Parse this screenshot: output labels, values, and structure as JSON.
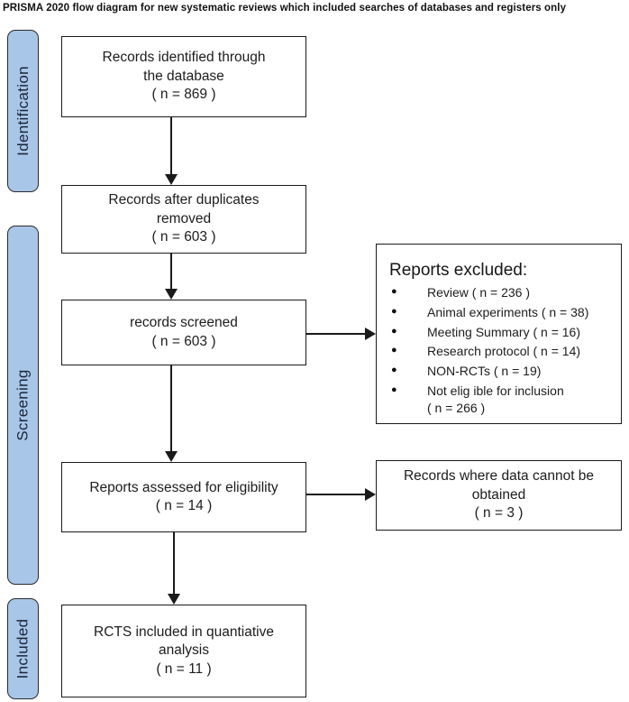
{
  "title": "PRISMA 2020 flow diagram for new systematic reviews which included searches of databases and registers only",
  "colors": {
    "stage_fill": "#a8c6e8",
    "stage_border": "#2b2b2b",
    "box_border": "#1a1a1a",
    "arrow": "#1a1a1a"
  },
  "stages": [
    {
      "label": "Identification"
    },
    {
      "label": "Screening"
    },
    {
      "label": "Included"
    }
  ],
  "flow": {
    "identified": {
      "text": "Records identified through\nthe database\n( n = 869 )"
    },
    "duplicates_removed": {
      "text": "Records after duplicates\nremoved\n( n = 603 )"
    },
    "screened": {
      "text": "records screened\n( n = 603 )"
    },
    "assessed": {
      "text": "Reports assessed for eligibility\n( n = 14 )"
    },
    "included": {
      "text": "RCTS included in quantiative\nanalysis\n( n = 11 )"
    }
  },
  "side": {
    "excluded": {
      "heading": "Reports excluded:",
      "bullet": "●",
      "items": [
        "Review ( n = 236 )",
        "Animal experiments ( n = 38)",
        "Meeting Summary ( n = 16)",
        "Research protocol ( n = 14)",
        "NON-RCTs ( n = 19)",
        "Not elig ible for inclusion\n( n = 266 )"
      ]
    },
    "not_obtained": {
      "text": "Records where data cannot be\nobtained\n( n = 3 )"
    }
  },
  "icons": {
    "down_arrow": "arrow-down",
    "right_arrow": "arrow-right"
  }
}
